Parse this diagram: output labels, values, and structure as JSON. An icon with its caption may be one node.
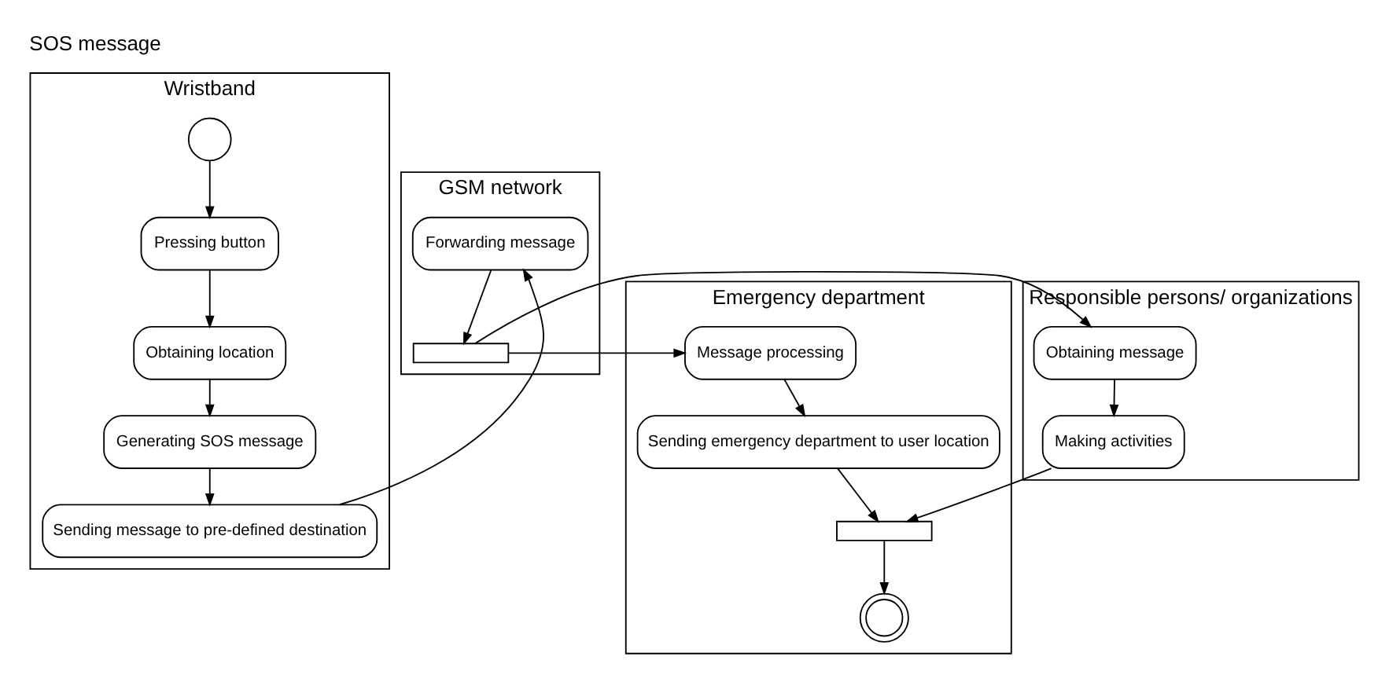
{
  "diagram": {
    "title": "SOS message",
    "nodes": [
      {
        "text": [
          "Wristband"
        ]
      },
      {
        "text": [
          "GSM network"
        ]
      },
      {
        "text": [
          "Emergency department"
        ]
      },
      {
        "text": [
          "Responsible persons/ organizations"
        ]
      },
      {
        "text": [],
        "shape": "circle",
        "in": 0
      },
      {
        "text": [
          "Pressing button"
        ],
        "in": 0
      },
      {
        "text": [
          "Obtaining location"
        ],
        "in": 0
      },
      {
        "text": [
          "Generating SOS message"
        ],
        "in": 0
      },
      {
        "text": [
          "Sending message to pre-defined destination"
        ],
        "in": 0
      },
      {
        "text": [
          "Forwarding message"
        ],
        "in": 1
      },
      {
        "text": [],
        "shape": "bar",
        "in": 1
      },
      {
        "text": [
          "Message processing"
        ],
        "in": 2
      },
      {
        "text": [
          "Sending emergency department to user location"
        ],
        "in": 2
      },
      {
        "text": [],
        "shape": "bar",
        "in": 2
      },
      {
        "text": [],
        "shape": "circle",
        "in": 2
      },
      {
        "text": [
          "Obtaining message"
        ],
        "in": 3
      },
      {
        "text": [
          "Making activities"
        ],
        "in": 3
      }
    ],
    "edges": [
      {
        "from": 4,
        "to": 5,
        "arrow": "to"
      },
      {
        "from": 5,
        "to": 6,
        "arrow": "to"
      },
      {
        "from": 6,
        "to": 7,
        "arrow": "to"
      },
      {
        "from": 7,
        "to": 8,
        "arrow": "to"
      },
      {
        "from": 8,
        "to": 9,
        "arrow": "to"
      },
      {
        "from": 9,
        "to": 10,
        "arrow": "to"
      },
      {
        "from": 10,
        "to": 11,
        "arrow": "to"
      },
      {
        "from": 10,
        "to": 15,
        "arrow": "to"
      },
      {
        "from": 11,
        "to": 12,
        "arrow": "to"
      },
      {
        "from": 12,
        "to": 13,
        "arrow": "to"
      },
      {
        "from": 16,
        "to": 13,
        "arrow": "to"
      },
      {
        "from": 13,
        "to": 14,
        "arrow": "to"
      },
      {
        "from": 15,
        "to": 16,
        "arrow": "to"
      }
    ]
  }
}
